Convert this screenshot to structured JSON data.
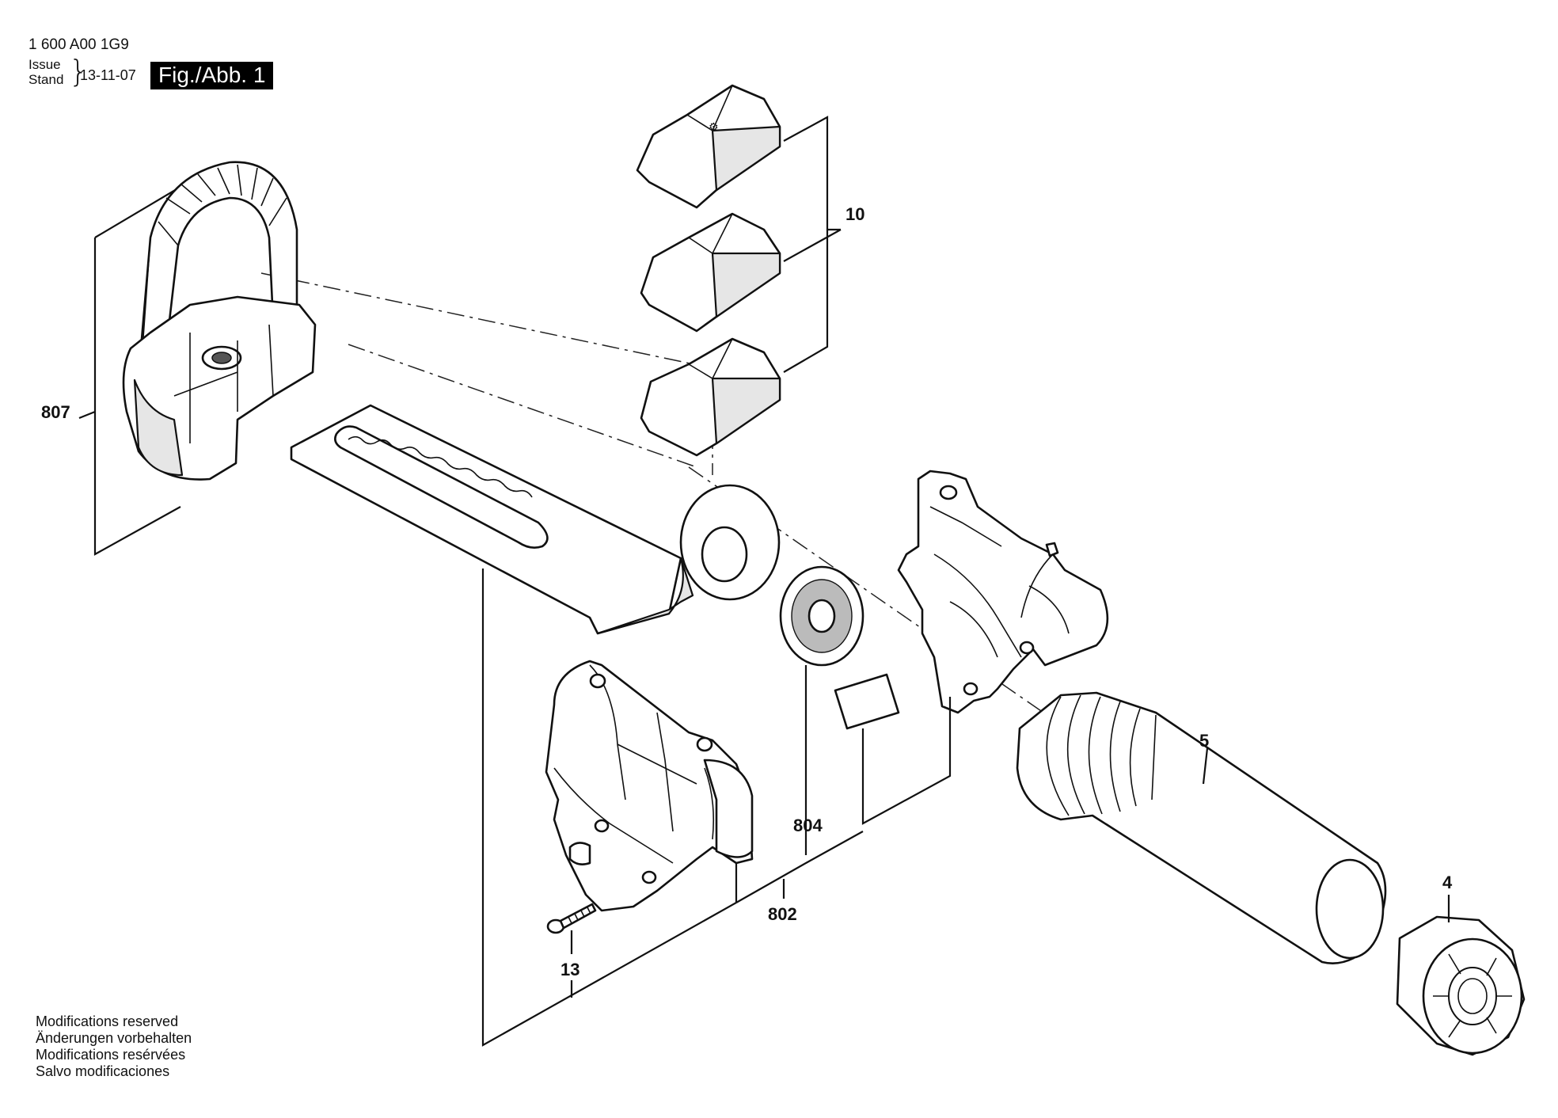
{
  "header": {
    "doc_number": "1 600 A00 1G9",
    "issue_label_1": "Issue",
    "issue_label_2": "Stand",
    "issue_date": "13-11-07",
    "figure_label": "Fig./Abb. 1"
  },
  "callouts": {
    "p807": "807",
    "p10": "10",
    "p5": "5",
    "p4": "4",
    "p804": "804",
    "p802": "802",
    "p13": "13"
  },
  "notes": [
    "Modifications reserved",
    "Änderungen vorbehalten",
    "Modifications resérvées",
    "Salvo modificaciones"
  ]
}
